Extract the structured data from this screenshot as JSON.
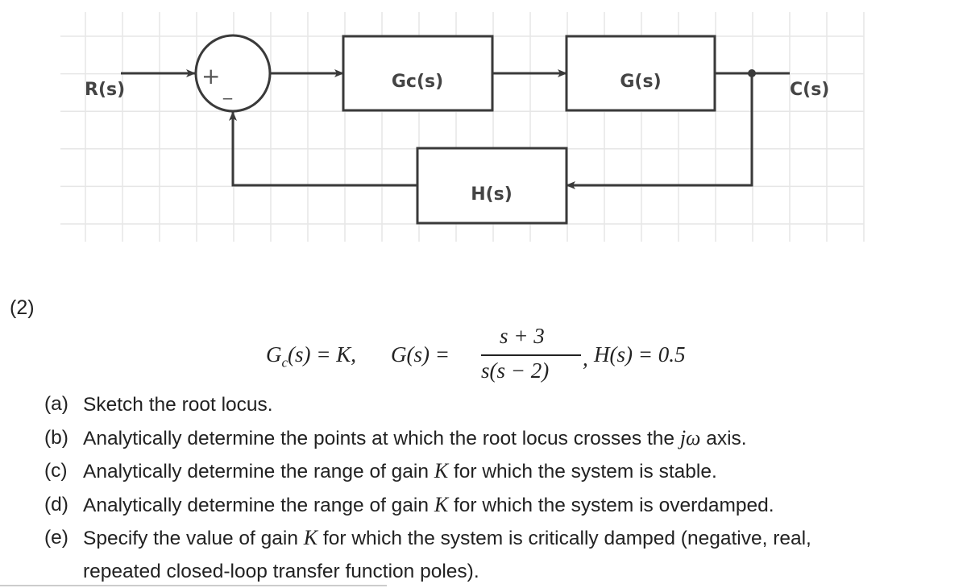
{
  "diagram": {
    "input_label": "R(s)",
    "output_label": "C(s)",
    "sum_plus": "+",
    "sum_minus": "_",
    "blocks": {
      "controller": "Gc(s)",
      "plant": "G(s)",
      "feedback": "H(s)"
    },
    "line_color": "#3a3a3a",
    "grid_color": "#e6e6e6"
  },
  "question_number": "(2)",
  "equation": {
    "gc": "G",
    "gc_sub": "c",
    "gc_rest": "(s) = K,",
    "g": "G(s) =",
    "numerator": "s + 3",
    "denominator": "s(s − 2)",
    "comma": ",",
    "h": "H(s) = 0.5"
  },
  "items": [
    {
      "label": "(a)",
      "pre": "Sketch the root locus.",
      "var": "",
      "post": ""
    },
    {
      "label": "(b)",
      "pre": "Analytically determine the points at which the root locus crosses the ",
      "var": "jω",
      "post": " axis."
    },
    {
      "label": "(c)",
      "pre": "Analytically determine the range of gain ",
      "var": "K",
      "post": " for which the system is stable."
    },
    {
      "label": "(d)",
      "pre": "Analytically determine the range of gain ",
      "var": "K",
      "post": " for which the system is overdamped."
    },
    {
      "label": "(e)",
      "pre": "Specify the value of gain ",
      "var": "K",
      "post": " for which the system is critically damped (negative, real,"
    }
  ],
  "item_e_continuation": "repeated closed-loop transfer function poles)."
}
